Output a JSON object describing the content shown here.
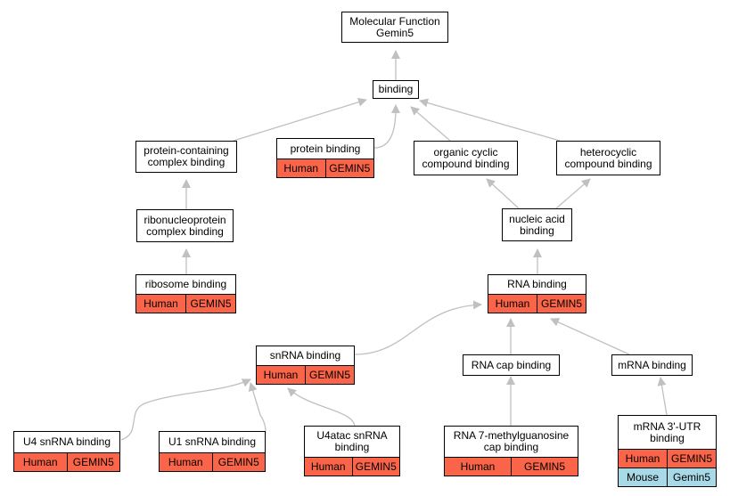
{
  "nodes": {
    "molecular_function": {
      "lines": [
        "Molecular Function",
        "Gemin5"
      ],
      "annotations": []
    },
    "binding": {
      "lines": [
        "binding"
      ],
      "annotations": []
    },
    "protein_containing_complex_binding": {
      "lines": [
        "protein-containing",
        "complex binding"
      ],
      "annotations": []
    },
    "protein_binding": {
      "lines": [
        "protein binding"
      ],
      "annotations": [
        {
          "species": "Human",
          "gene": "GEMIN5"
        }
      ]
    },
    "organic_cyclic_compound_binding": {
      "lines": [
        "organic cyclic",
        "compound binding"
      ],
      "annotations": []
    },
    "heterocyclic_compound_binding": {
      "lines": [
        "heterocyclic",
        "compound binding"
      ],
      "annotations": []
    },
    "ribonucleoprotein_complex_binding": {
      "lines": [
        "ribonucleoprotein",
        "complex binding"
      ],
      "annotations": []
    },
    "nucleic_acid_binding": {
      "lines": [
        "nucleic acid",
        "binding"
      ],
      "annotations": []
    },
    "ribosome_binding": {
      "lines": [
        "ribosome binding"
      ],
      "annotations": [
        {
          "species": "Human",
          "gene": "GEMIN5"
        }
      ]
    },
    "rna_binding": {
      "lines": [
        "RNA binding"
      ],
      "annotations": [
        {
          "species": "Human",
          "gene": "GEMIN5"
        }
      ]
    },
    "snrna_binding": {
      "lines": [
        "snRNA binding"
      ],
      "annotations": [
        {
          "species": "Human",
          "gene": "GEMIN5"
        }
      ]
    },
    "rna_cap_binding": {
      "lines": [
        "RNA cap binding"
      ],
      "annotations": []
    },
    "mrna_binding": {
      "lines": [
        "mRNA binding"
      ],
      "annotations": []
    },
    "u4_snrna_binding": {
      "lines": [
        "U4 snRNA binding"
      ],
      "annotations": [
        {
          "species": "Human",
          "gene": "GEMIN5"
        }
      ]
    },
    "u1_snrna_binding": {
      "lines": [
        "U1 snRNA binding"
      ],
      "annotations": [
        {
          "species": "Human",
          "gene": "GEMIN5"
        }
      ]
    },
    "u4atac_snrna_binding": {
      "lines": [
        "U4atac snRNA",
        "binding"
      ],
      "annotations": [
        {
          "species": "Human",
          "gene": "GEMIN5"
        }
      ]
    },
    "rna_7_methylguanosine_cap_binding": {
      "lines": [
        "RNA 7-methylguanosine",
        "cap binding"
      ],
      "annotations": [
        {
          "species": "Human",
          "gene": "GEMIN5"
        }
      ]
    },
    "mrna_3utr_binding": {
      "lines": [
        "mRNA 3'-UTR",
        "binding"
      ],
      "annotations": [
        {
          "species": "Human",
          "gene": "GEMIN5"
        },
        {
          "species": "Mouse",
          "gene": "Gemin5"
        }
      ]
    }
  },
  "edges": [
    {
      "from": "binding",
      "to": "molecular_function"
    },
    {
      "from": "protein_containing_complex_binding",
      "to": "binding"
    },
    {
      "from": "protein_binding",
      "to": "binding"
    },
    {
      "from": "organic_cyclic_compound_binding",
      "to": "binding"
    },
    {
      "from": "heterocyclic_compound_binding",
      "to": "binding"
    },
    {
      "from": "ribonucleoprotein_complex_binding",
      "to": "protein_containing_complex_binding"
    },
    {
      "from": "ribosome_binding",
      "to": "ribonucleoprotein_complex_binding"
    },
    {
      "from": "nucleic_acid_binding",
      "to": "organic_cyclic_compound_binding"
    },
    {
      "from": "nucleic_acid_binding",
      "to": "heterocyclic_compound_binding"
    },
    {
      "from": "rna_binding",
      "to": "nucleic_acid_binding"
    },
    {
      "from": "snrna_binding",
      "to": "rna_binding"
    },
    {
      "from": "rna_cap_binding",
      "to": "rna_binding"
    },
    {
      "from": "mrna_binding",
      "to": "rna_binding"
    },
    {
      "from": "u4_snrna_binding",
      "to": "snrna_binding"
    },
    {
      "from": "u1_snrna_binding",
      "to": "snrna_binding"
    },
    {
      "from": "u4atac_snrna_binding",
      "to": "snrna_binding"
    },
    {
      "from": "rna_7_methylguanosine_cap_binding",
      "to": "rna_cap_binding"
    },
    {
      "from": "mrna_3utr_binding",
      "to": "mrna_binding"
    }
  ],
  "colors": {
    "edge": "#c0c0c0",
    "human": "#fa6448",
    "mouse": "#a8d9e6"
  }
}
